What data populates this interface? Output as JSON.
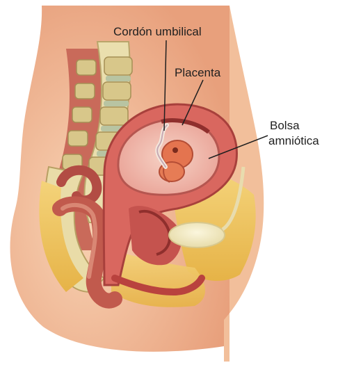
{
  "labels": {
    "cord": "Cordón umbilical",
    "placenta": "Placenta",
    "sac_line1": "Bolsa",
    "sac_line2": "amniótica"
  },
  "colors": {
    "skin": "#f3c09a",
    "skin_shadow": "#e39a74",
    "flesh": "#d9675f",
    "dark_flesh": "#a8403c",
    "bone": "#e8dcae",
    "disc": "#b7c3a0",
    "fat": "#f0c65a",
    "embryo": "#e4744f",
    "sac_fluid": "#f3c2b4",
    "leader": "#1f1f1f"
  }
}
